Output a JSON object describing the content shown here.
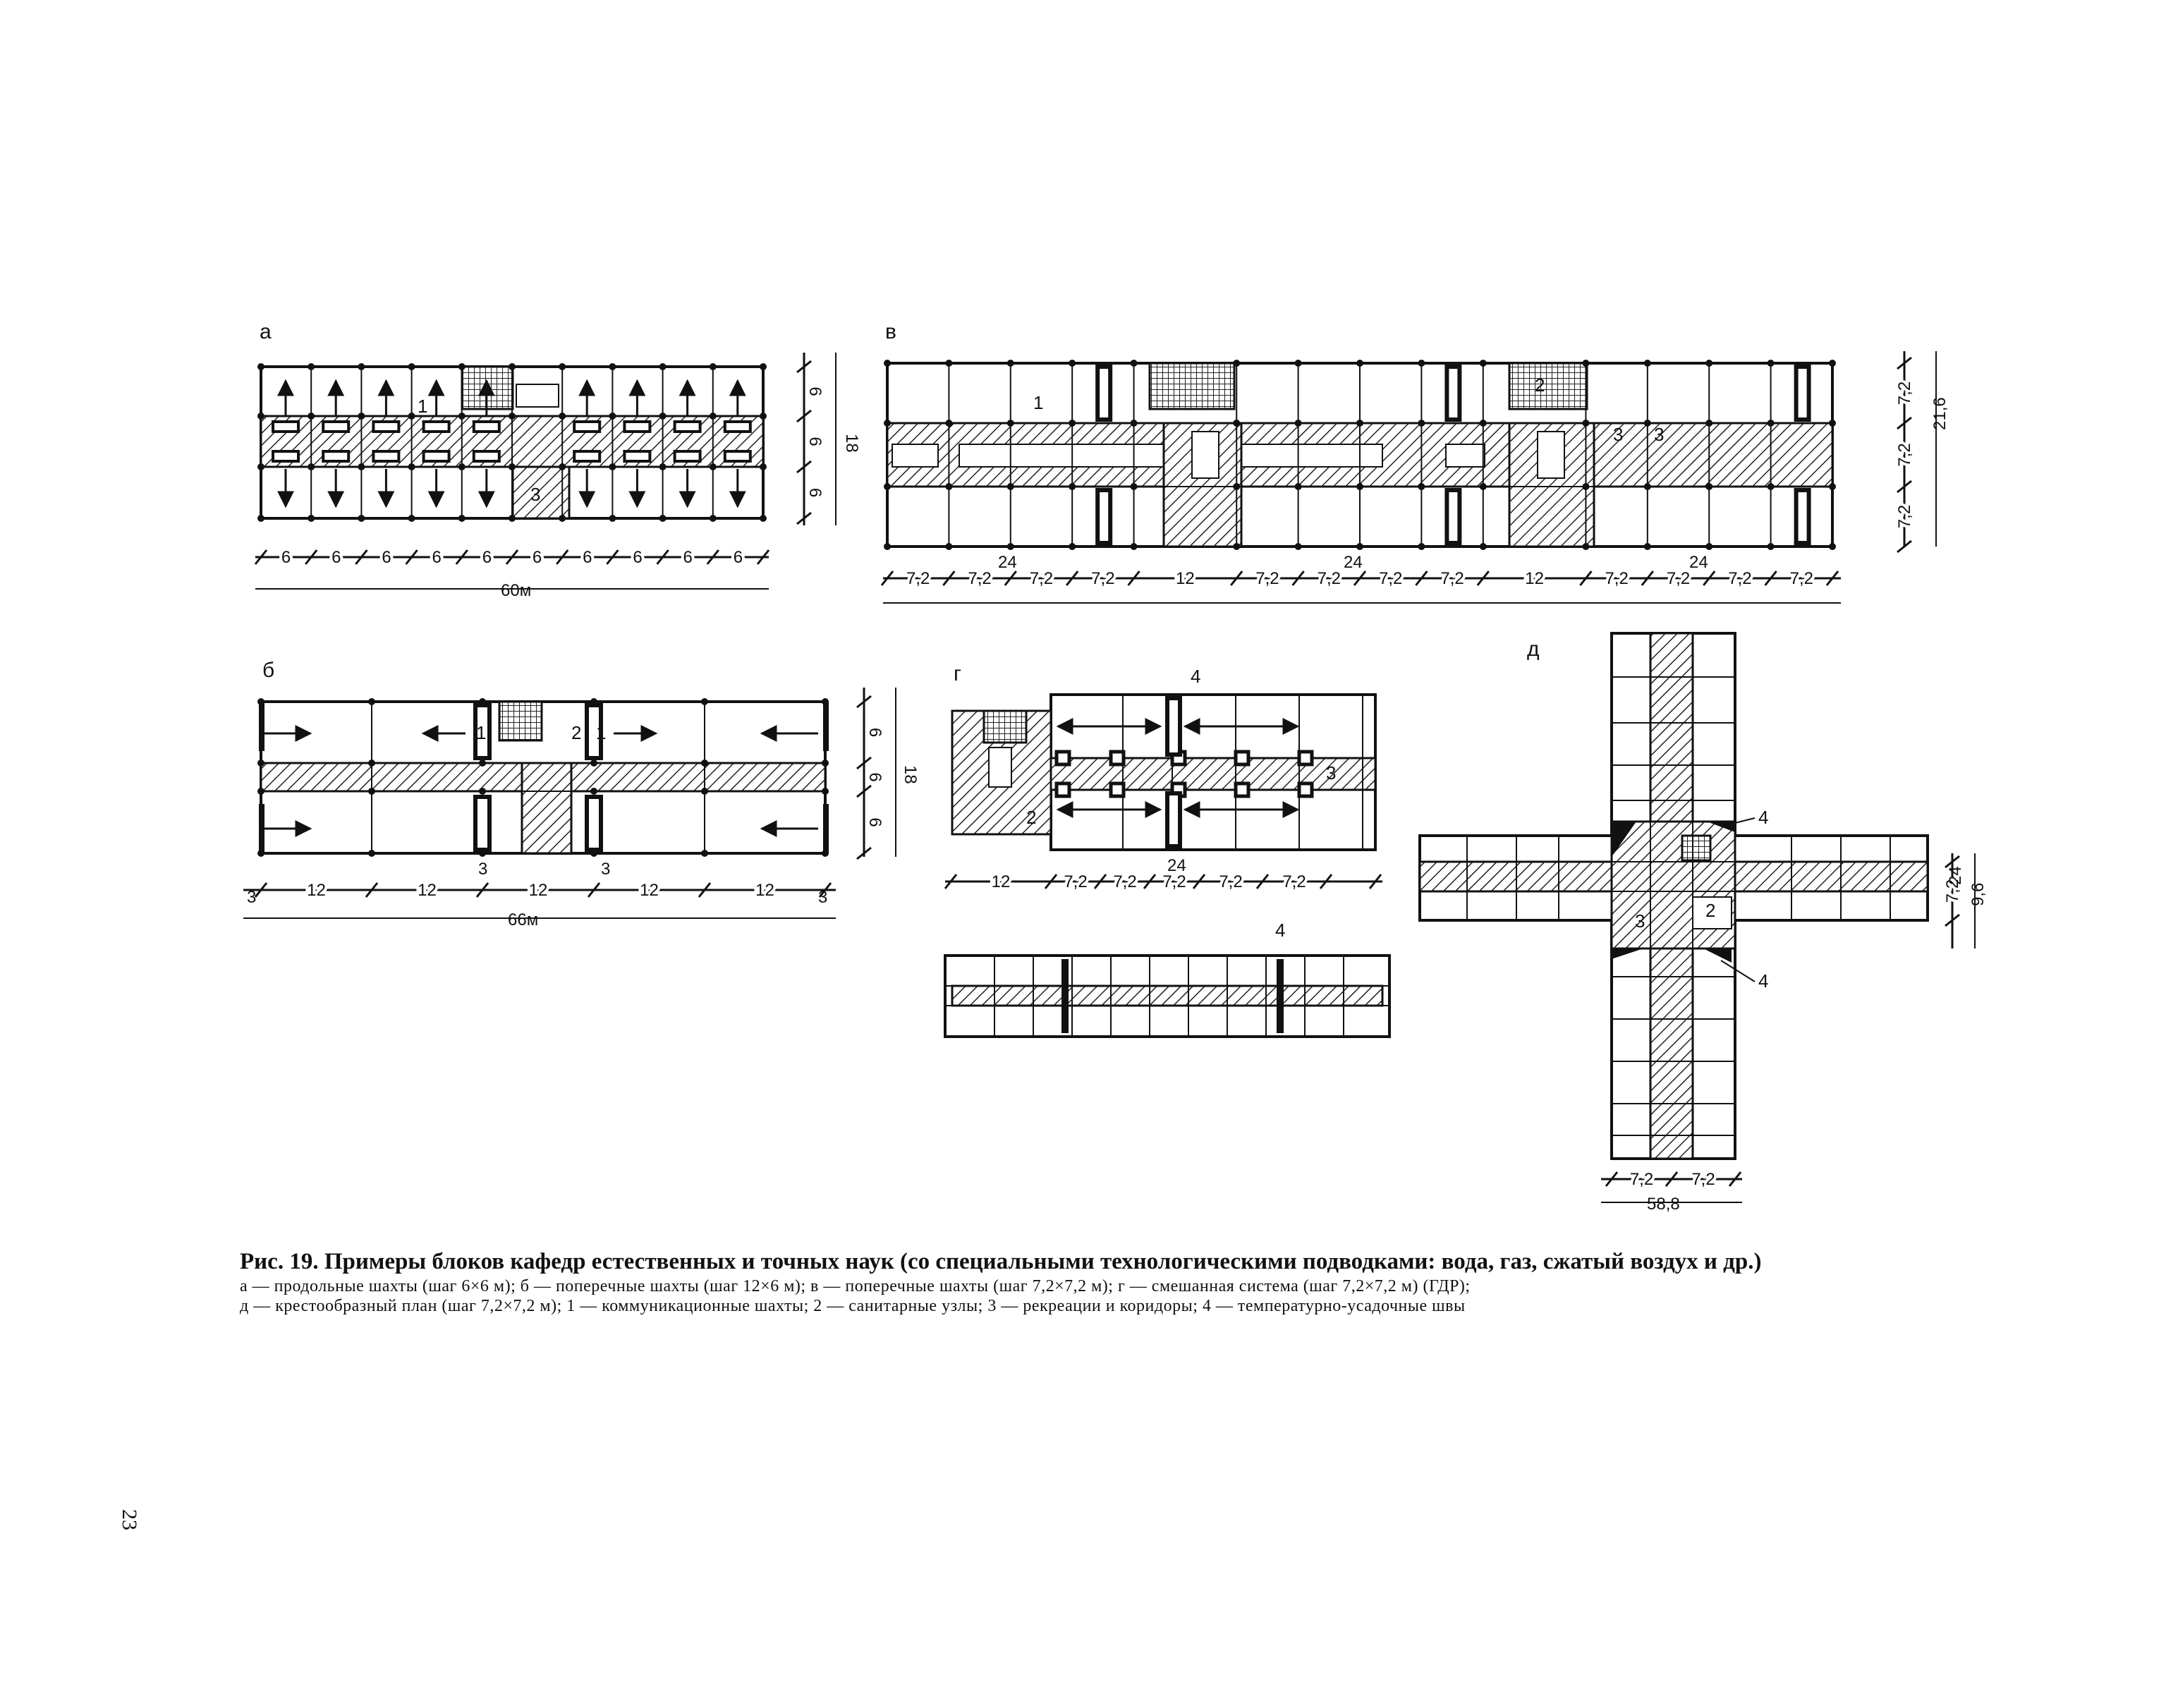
{
  "page_number": "23",
  "caption": {
    "title": "Рис. 19. Примеры блоков кафедр естественных и точных наук (со специальными технологическими подводками: вода, газ, сжатый воздух и др.)",
    "line1": "а — продольные шахты (шаг 6×6 м); б — поперечные шахты (шаг 12×6 м); в — поперечные шахты (шаг 7,2×7,2 м); г — смешанная система (шаг 7,2×7,2 м) (ГДР);",
    "line2": "д — крестообразный план (шаг 7,2×7,2 м); 1 — коммуникационные шахты; 2 — санитарные узлы; 3 — рекреации и коридоры; 4 — температурно-усадочные швы"
  },
  "panels": {
    "a": {
      "letter": "а",
      "labels": {
        "shaft": "1",
        "recreation": "3"
      },
      "bay_dims": [
        "6",
        "6",
        "6",
        "6",
        "6",
        "6",
        "6",
        "6",
        "6",
        "6"
      ],
      "total": "60м",
      "side_dims": [
        "6",
        "6",
        "6"
      ],
      "side_total": "18"
    },
    "b": {
      "letter": "б",
      "labels": {
        "shaft1": "1",
        "wc": "2",
        "shaft2": "1"
      },
      "end_dim": "3",
      "bay_dims": [
        "12",
        "12",
        "12",
        "12",
        "12"
      ],
      "joint_dim": "3",
      "total": "66м",
      "side_dims": [
        "6",
        "6",
        "6"
      ],
      "side_total": "18"
    },
    "v": {
      "letter": "в",
      "labels": {
        "shaft": "1",
        "wc": "2",
        "rec1": "3",
        "rec2": "3"
      },
      "bay_dims": [
        "7,2",
        "7,2",
        "7,2",
        "7,2",
        "12",
        "7,2",
        "7,2",
        "7,2",
        "7,2",
        "12",
        "7,2",
        "7,2",
        "7,2",
        "7,2"
      ],
      "joint_dim": "24",
      "side_dims": [
        "7,2",
        "7,2",
        "7,2"
      ],
      "side_total": "21,6"
    },
    "g": {
      "letter": "г",
      "labels": {
        "joint": "4",
        "recreation": "3",
        "wc": "2",
        "joint_lower": "4"
      },
      "bay_dims": [
        "12",
        "7,2",
        "7,2",
        "7,2",
        "7,2",
        "7,2"
      ],
      "joint_dim": "24"
    },
    "d": {
      "letter": "д",
      "labels": {
        "joint_top": "4",
        "recreation": "3",
        "wc": "2",
        "joint_bottom": "4"
      },
      "bottom_dims": [
        "7,2",
        "7,2"
      ],
      "bottom_total": "58,8",
      "side_dims": [
        "7,2"
      ],
      "side_total": "9,6",
      "joint_dim": "24"
    }
  }
}
